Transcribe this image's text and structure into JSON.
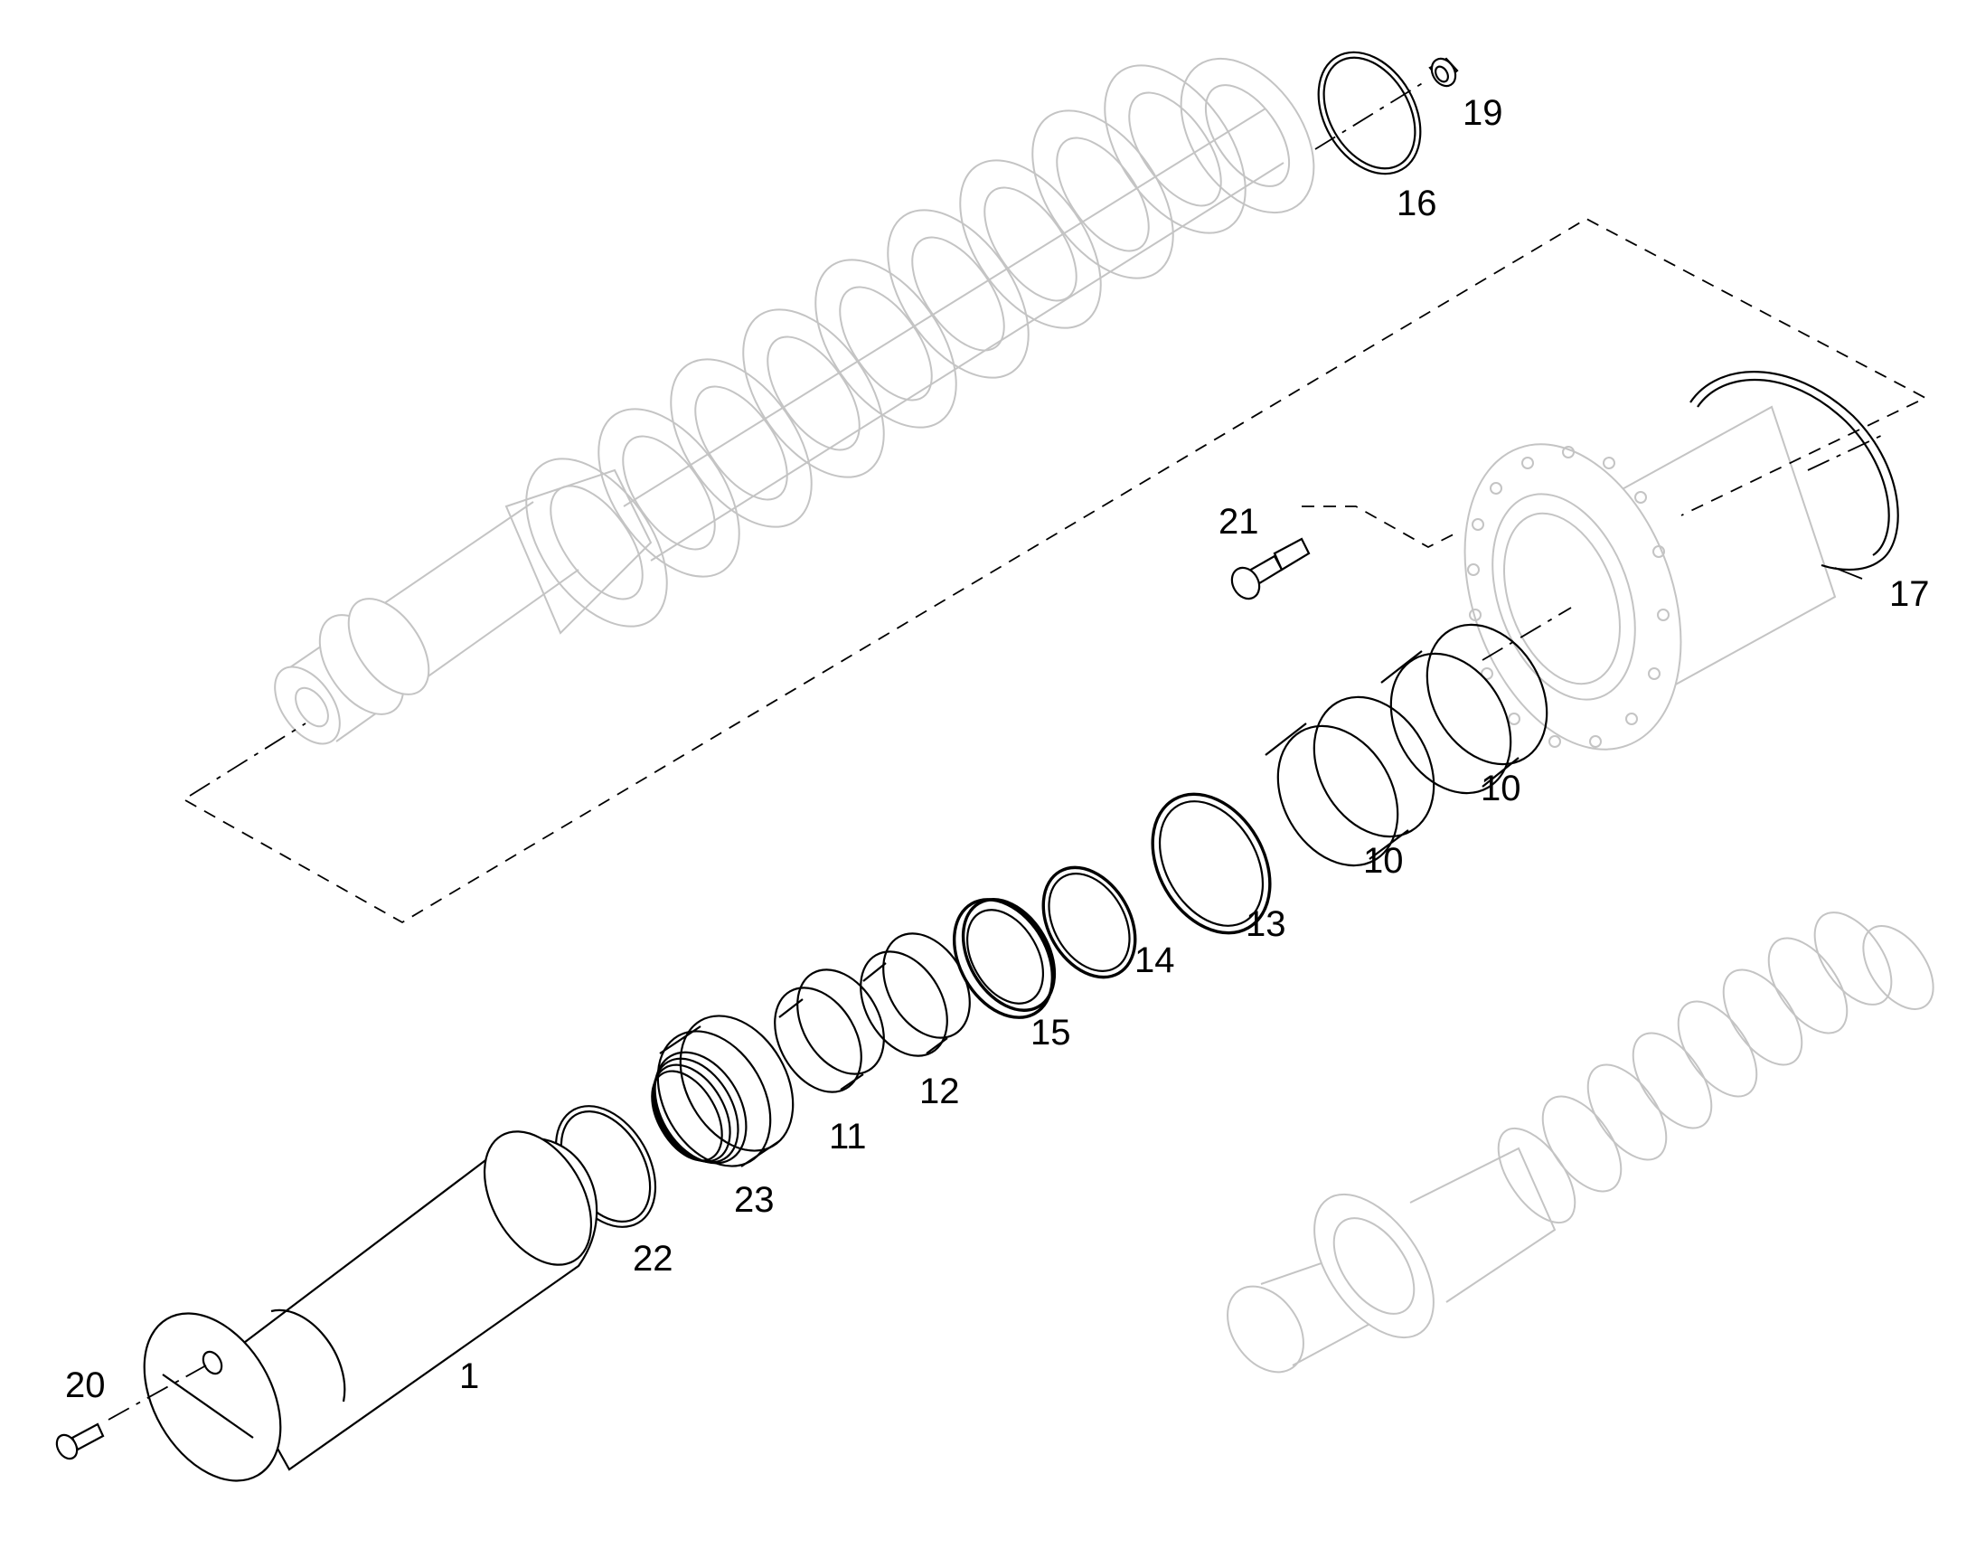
{
  "callouts": [
    {
      "id": "c1",
      "label": "1"
    },
    {
      "id": "c10a",
      "label": "10"
    },
    {
      "id": "c10b",
      "label": "10"
    },
    {
      "id": "c11",
      "label": "11"
    },
    {
      "id": "c12",
      "label": "12"
    },
    {
      "id": "c13",
      "label": "13"
    },
    {
      "id": "c14",
      "label": "14"
    },
    {
      "id": "c15",
      "label": "15"
    },
    {
      "id": "c16",
      "label": "16"
    },
    {
      "id": "c17",
      "label": "17"
    },
    {
      "id": "c19",
      "label": "19"
    },
    {
      "id": "c20",
      "label": "20"
    },
    {
      "id": "c21",
      "label": "21"
    },
    {
      "id": "c22",
      "label": "22"
    },
    {
      "id": "c23",
      "label": "23"
    }
  ],
  "colors": {
    "line": "#000000",
    "faint": "#c4c4c4",
    "background": "#ffffff"
  }
}
